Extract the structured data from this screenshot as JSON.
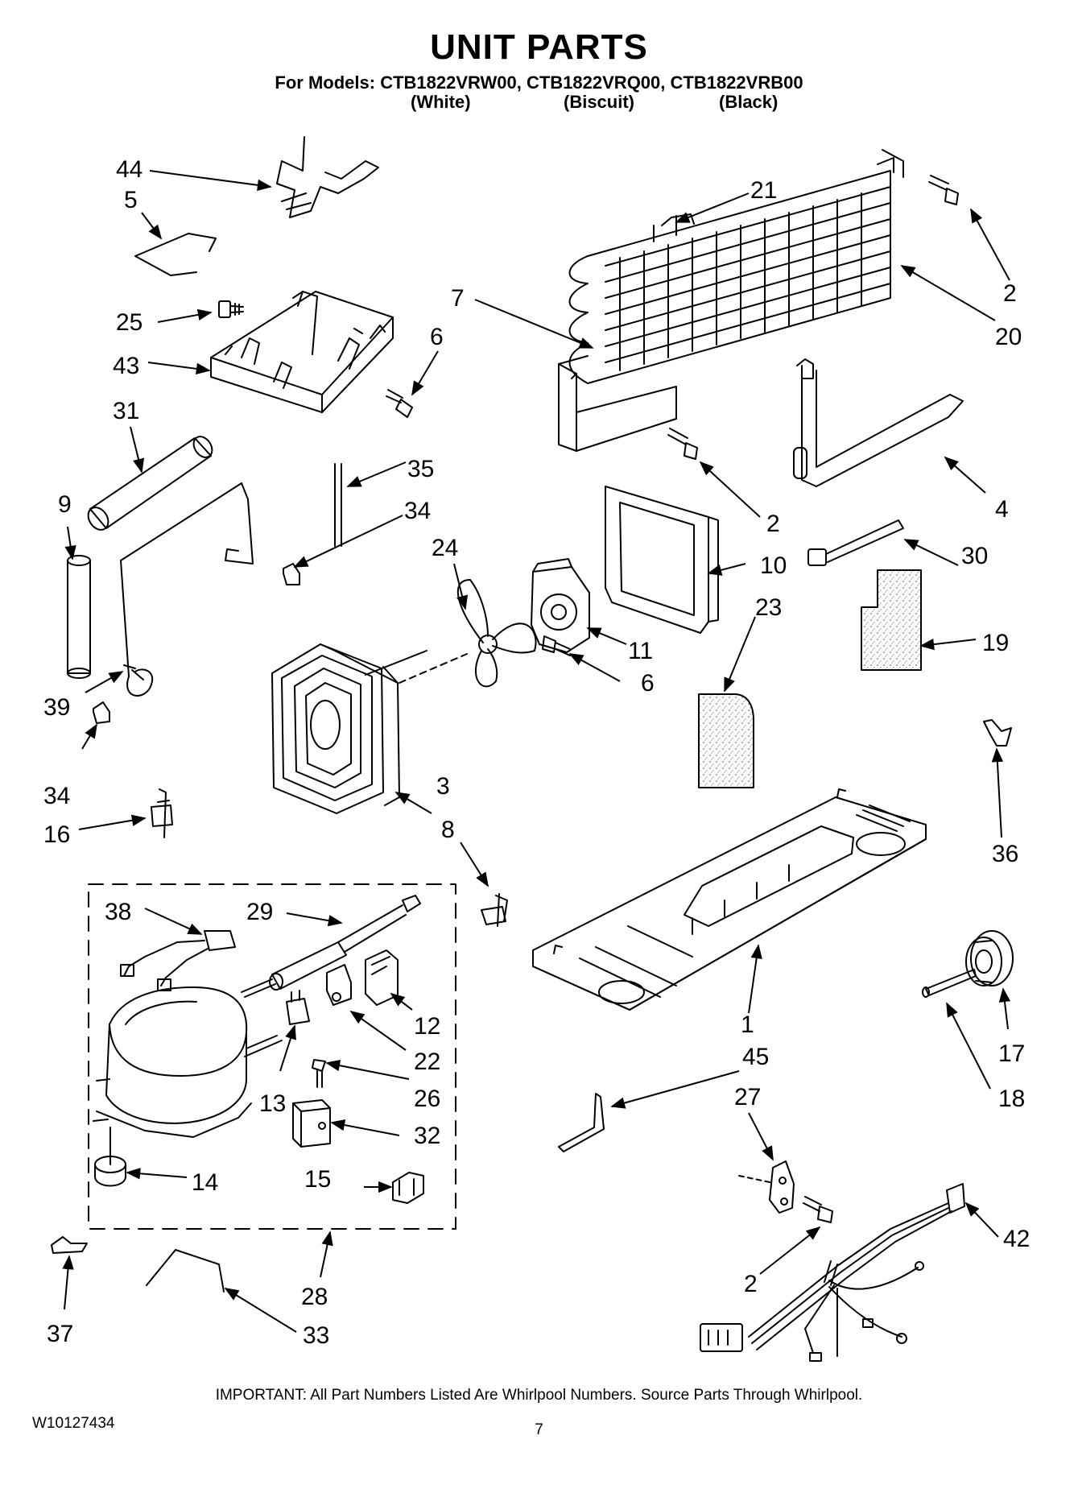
{
  "header": {
    "title": "UNIT PARTS",
    "models_line": "For Models: CTB1822VRW00, CTB1822VRQ00, CTB1822VRB00",
    "variants": [
      "(White)",
      "(Biscuit)",
      "(Black)"
    ]
  },
  "callouts": {
    "c44": "44",
    "c5": "5",
    "c21": "21",
    "c2a": "2",
    "c25": "25",
    "c7": "7",
    "c6a": "6",
    "c20": "20",
    "c43": "43",
    "c31": "31",
    "c35": "35",
    "c2b": "2",
    "c4": "4",
    "c34a": "34",
    "c9": "9",
    "c24": "24",
    "c30": "30",
    "c10": "10",
    "c23": "23",
    "c19": "19",
    "c11": "11",
    "c6b": "6",
    "c39": "39",
    "c3": "3",
    "c34b": "34",
    "c36": "36",
    "c16": "16",
    "c8": "8",
    "c38": "38",
    "c29": "29",
    "c12": "12",
    "c22": "22",
    "c1": "1",
    "c13": "13",
    "c26": "26",
    "c17": "17",
    "c45": "45",
    "c18": "18",
    "c32": "32",
    "c27": "27",
    "c14": "14",
    "c15": "15",
    "c2c": "2",
    "c42": "42",
    "c28": "28",
    "c37": "37",
    "c33": "33"
  },
  "footer": {
    "important_note": "IMPORTANT: All Part Numbers Listed Are Whirlpool Numbers. Source Parts Through Whirlpool.",
    "doc_id": "W10127434",
    "page_number": "7"
  }
}
